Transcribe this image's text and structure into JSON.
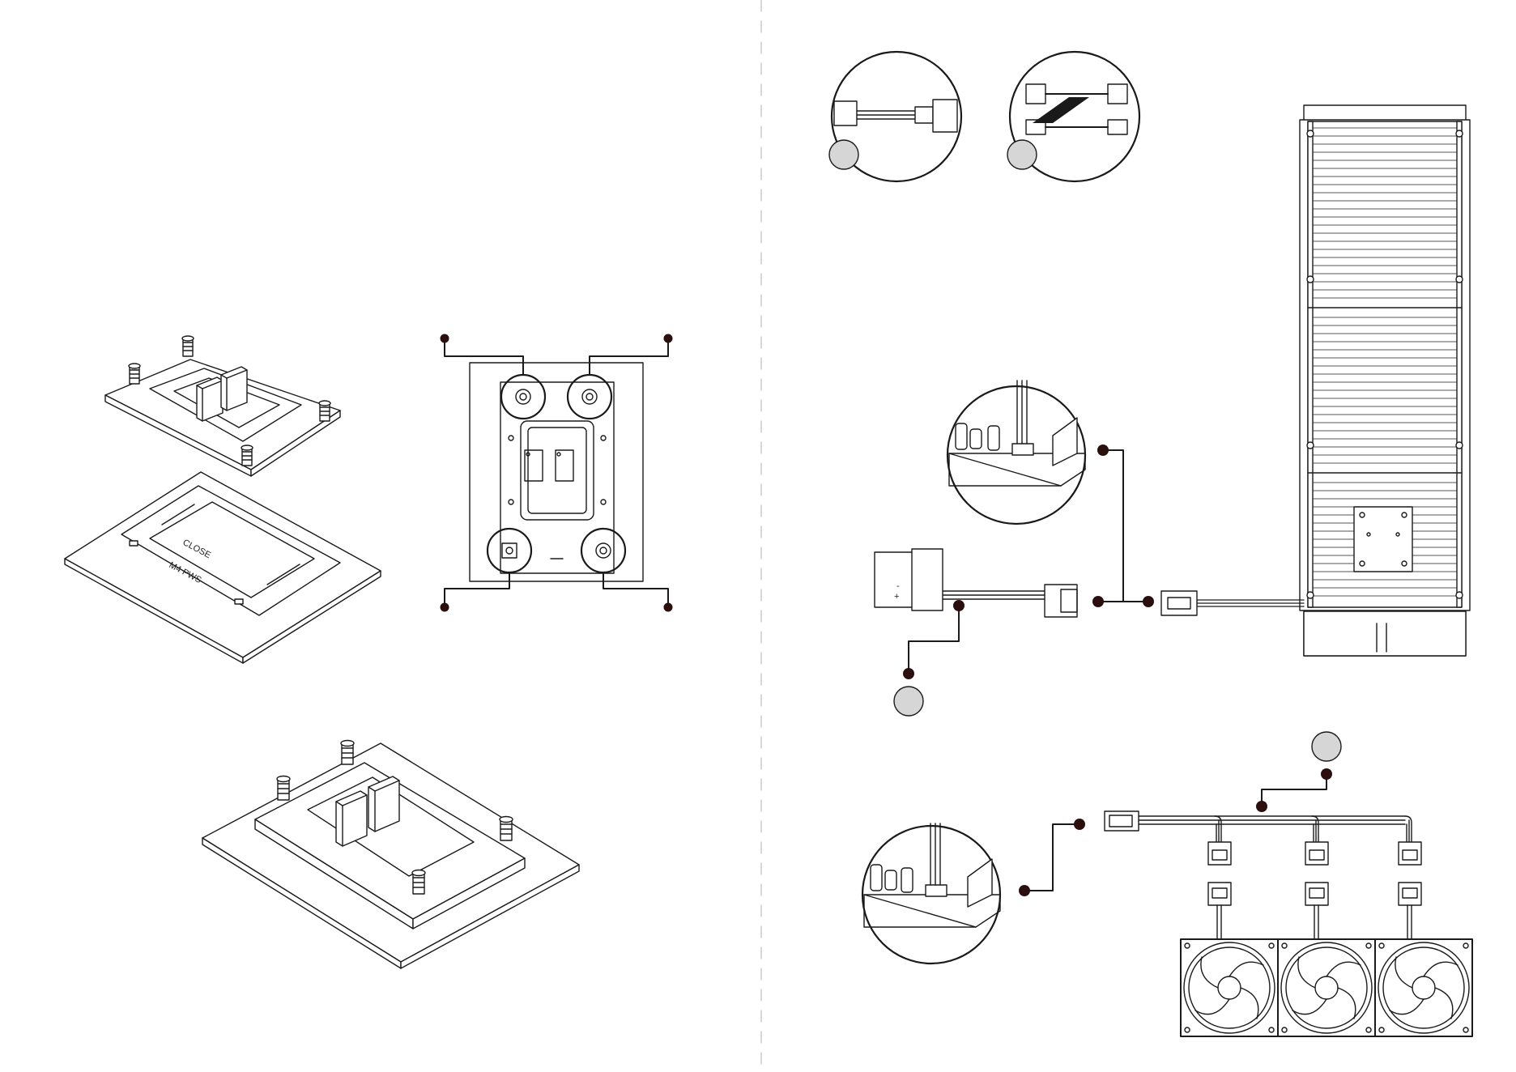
{
  "colors": {
    "line": "#1a1a1a",
    "callout_dot": "#2b0f0f",
    "badge_fill": "#d6d6d6",
    "page": "#ffffff",
    "divider": "#bdbdbd"
  },
  "labels": {
    "mb_silkscreen_top": "CLOSE",
    "mb_silkscreen_bottom": "M4 PWS",
    "molex_minus": "-",
    "molex_plus": "+"
  },
  "icons": {
    "badge": "grey-circle-badge",
    "callout": "callout-dot",
    "fan": "fan-icon",
    "connector": "connector-icon"
  },
  "fans": {
    "count": 3
  },
  "radiator": {
    "fin_rows": 3
  }
}
